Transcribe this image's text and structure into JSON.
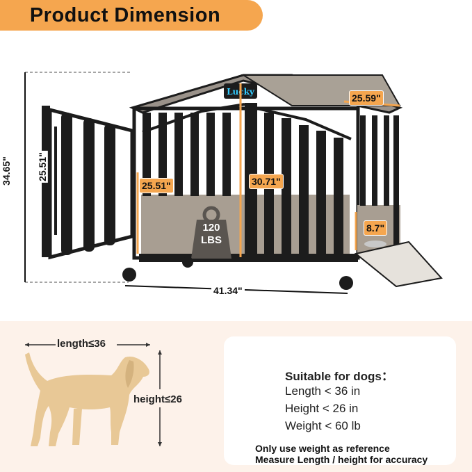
{
  "header": {
    "title": "Product Dimension",
    "colors": {
      "accent": "#f5a64f",
      "crate": "#1c1c1c",
      "wood": "#a89e92"
    }
  },
  "product": {
    "nameplate": "Lucky",
    "dimensions": {
      "total_height": "34.65\"",
      "door_height": "25.51\"",
      "inner_height": "25.51\"",
      "peak_height": "30.71\"",
      "depth": "25.59\"",
      "width": "41.34\"",
      "bowl_height": "8.7\""
    },
    "weight_capacity": {
      "value": "120",
      "unit": "LBS"
    }
  },
  "dog_guide": {
    "length_label": "length≤36",
    "height_label": "height≤26",
    "title": "Suitable for dogs：",
    "lines": [
      "Length < 36 in",
      "Height < 26 in",
      "Weight < 60 lb"
    ],
    "notes": [
      "Only use weight as reference",
      "Measure Length / height for accuracy"
    ],
    "colors": {
      "dog": "#e8c896",
      "panel": "#fdf2ea"
    }
  }
}
